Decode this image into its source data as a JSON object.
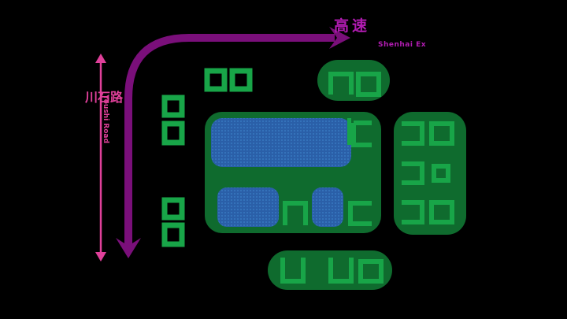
{
  "colors": {
    "background": "#000000",
    "highway": "#7a0f7a",
    "highway_label": "#b21cb2",
    "local_road": "#e0409a",
    "block_fill": "#0f6b2e",
    "block_fill_light": "#136f34",
    "building": "#18a548",
    "water": "#2a5fa8",
    "water_texture": "#3878c0"
  },
  "highway": {
    "name_cn": "高速",
    "name_en": "Shenhai Ex"
  },
  "local_road": {
    "name_cn": "川石路",
    "name_en": "Youshi Road"
  },
  "icons": {
    "highway_arrow": "arrow-right-icon",
    "road_arrow": "arrow-down-icon",
    "local_road_arrows": "double-arrow-vertical-icon"
  }
}
